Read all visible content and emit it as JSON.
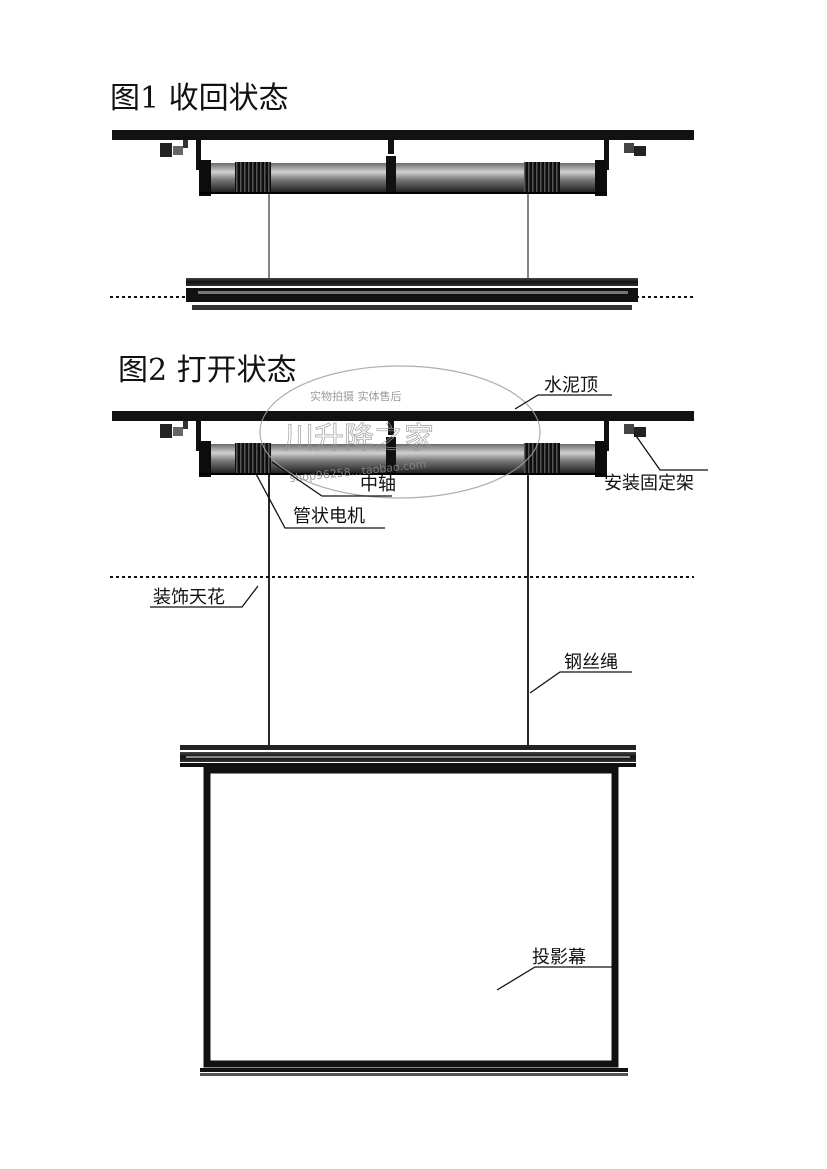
{
  "figure1": {
    "title": "图1 收回状态"
  },
  "figure2": {
    "title": "图2 打开状态"
  },
  "labels": {
    "concrete_ceiling": "水泥顶",
    "mounting_bracket": "安装固定架",
    "center_shaft": "中轴",
    "tubular_motor": "管状电机",
    "decorative_ceiling": "装饰天花",
    "steel_wire_rope": "钢丝绳",
    "projection_screen": "投影幕"
  },
  "watermark": {
    "line1": "实物拍摄 实体售后",
    "line2": "川升降之家",
    "line3": "shop96258…taobao.com"
  }
}
